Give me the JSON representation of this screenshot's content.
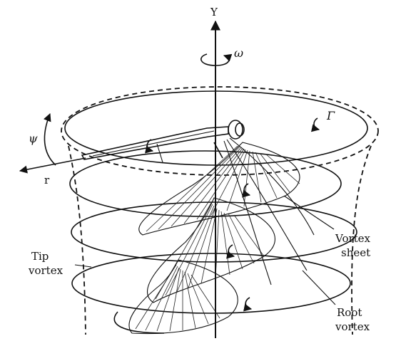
{
  "labels": {
    "axis_y": "Y",
    "omega": "ω",
    "psi": "ψ",
    "r": "r",
    "gamma": "Γ",
    "vortex_sheet_line1": "Vortex",
    "vortex_sheet_line2": "sheet",
    "tip_vortex_line1": "Tip",
    "tip_vortex_line2": "vortex",
    "root_vortex_line1": "Root",
    "root_vortex_line2": "vortex"
  },
  "colors": {
    "ink": "#111111",
    "background": "#ffffff"
  }
}
